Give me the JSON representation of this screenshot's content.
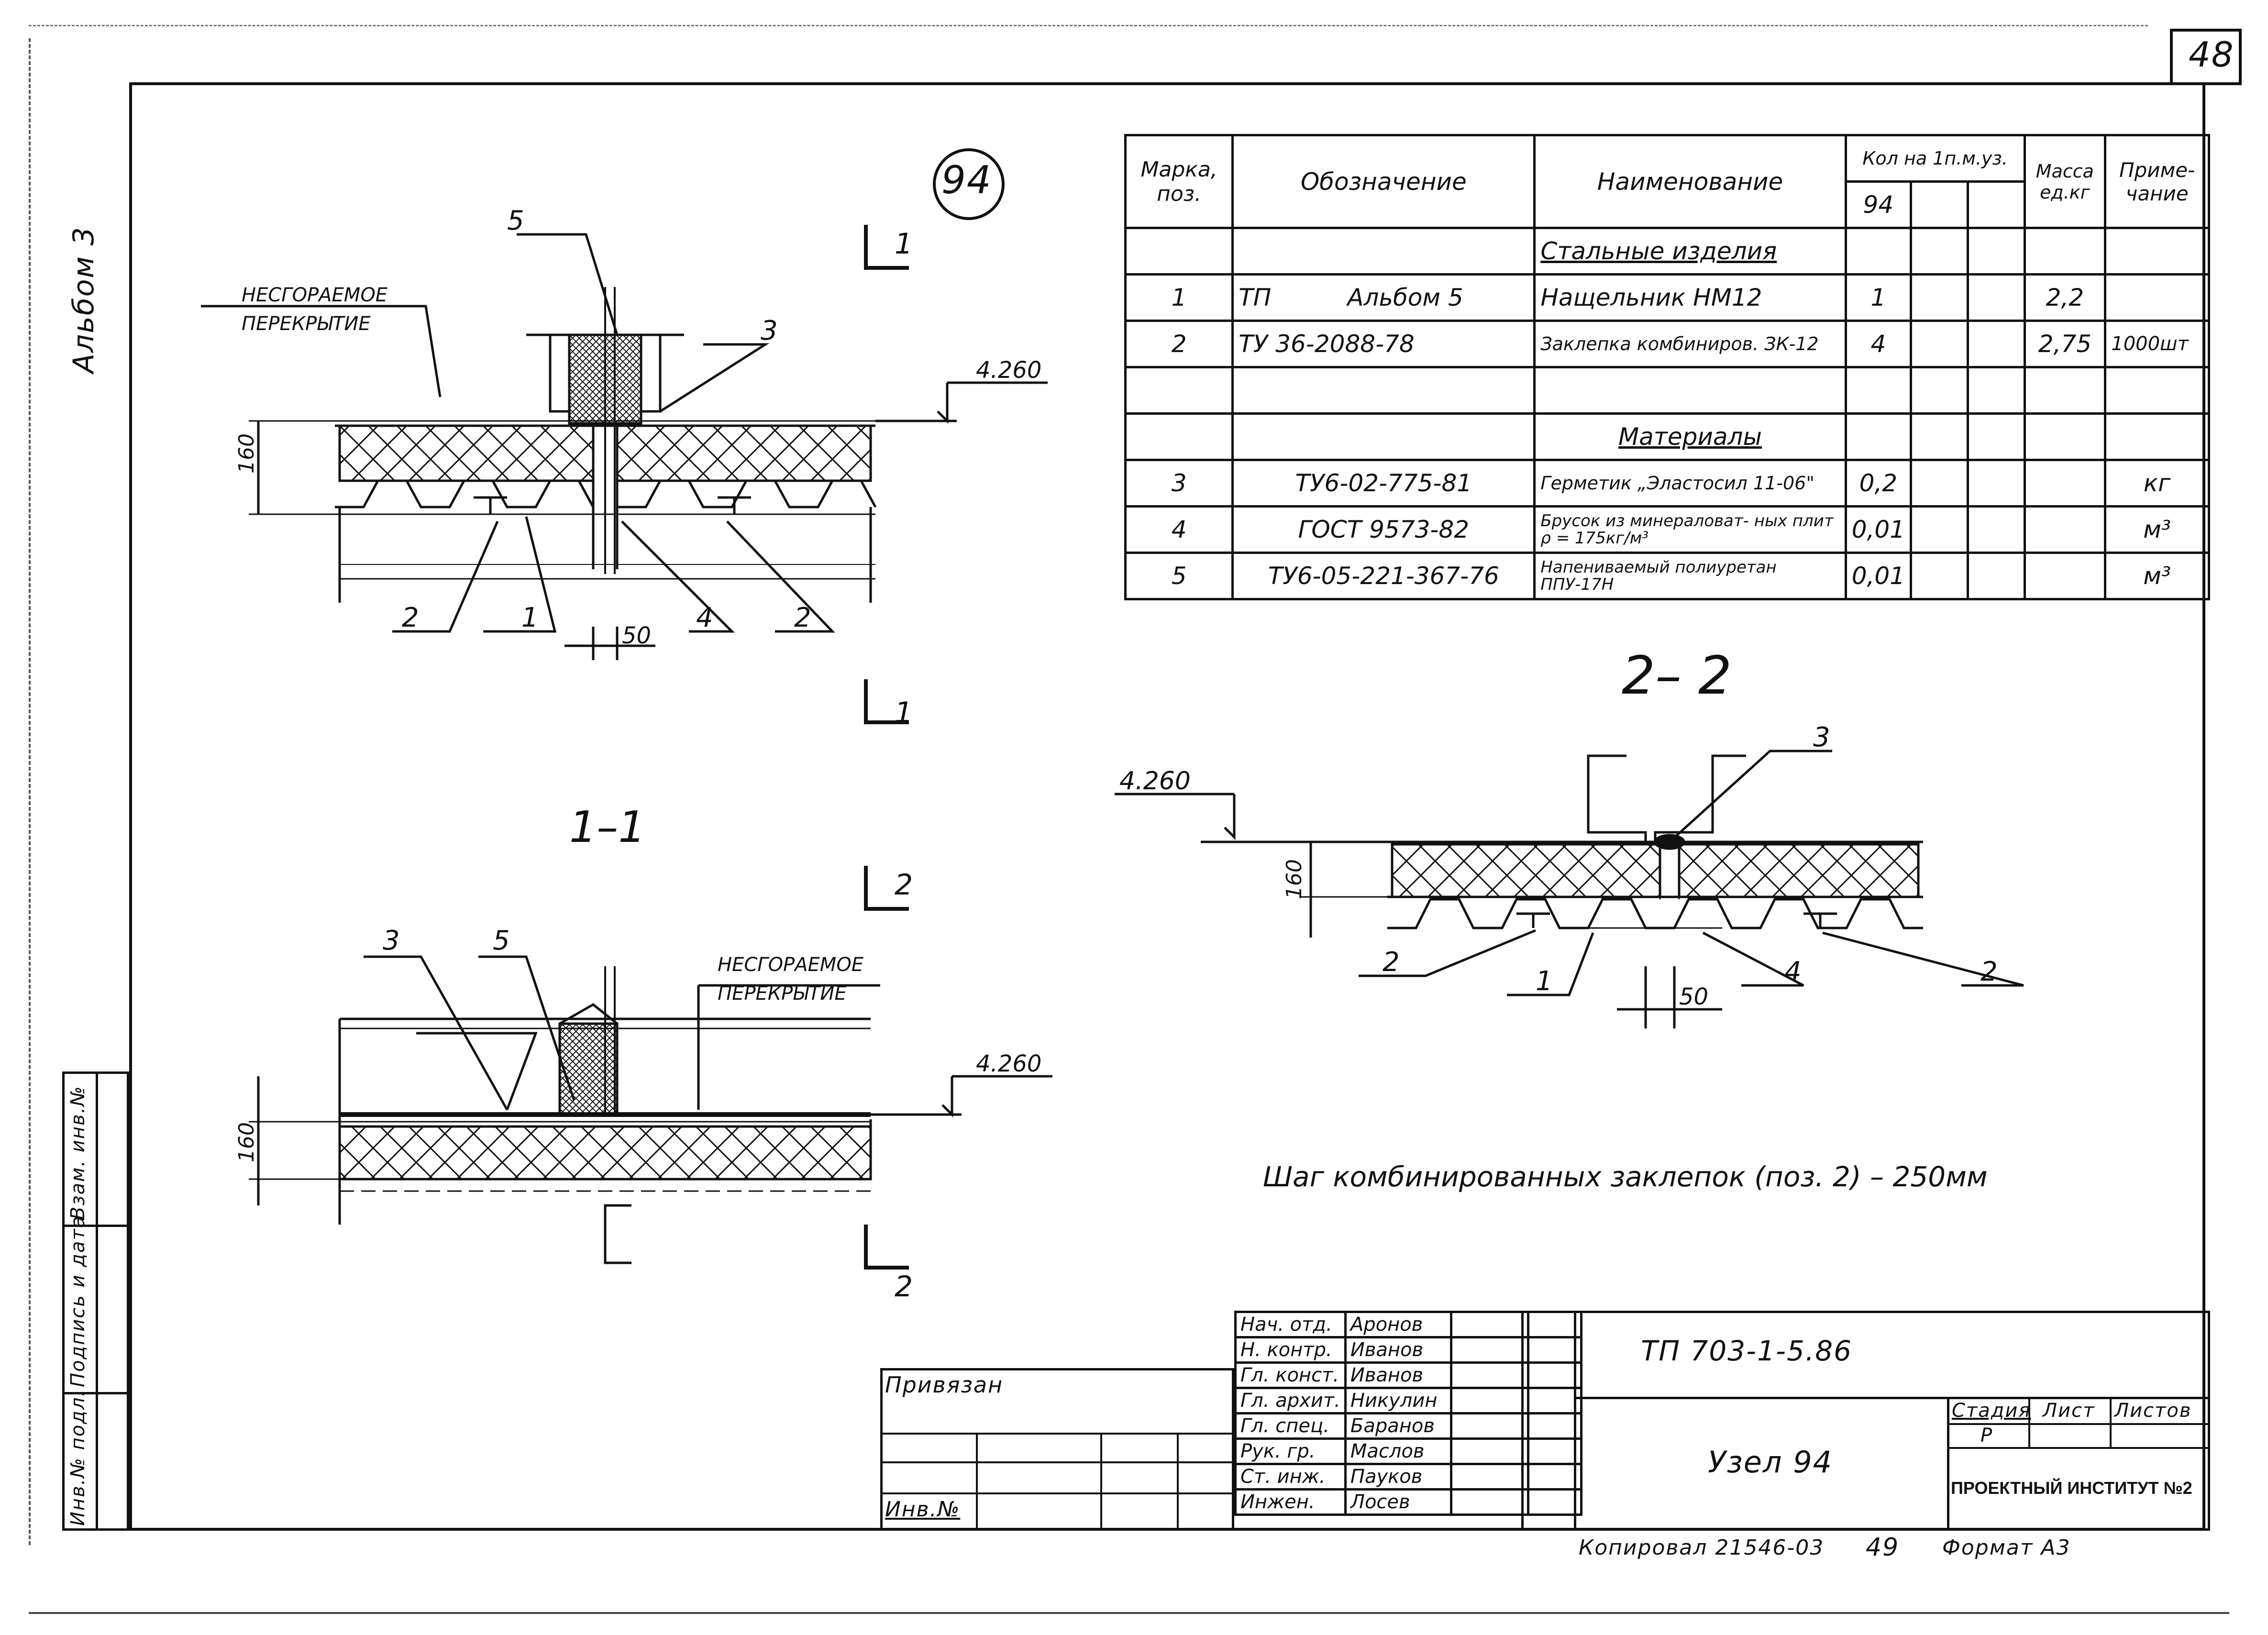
{
  "sheet": {
    "number": "48",
    "album_label": "Альбом 3",
    "node_marker": "94"
  },
  "side_stamp": [
    "Инв.№ подл.",
    "Подпись и дата",
    "Взам. инв.№"
  ],
  "plan_view": {
    "labels": {
      "pos5": "5",
      "pos3": "3",
      "pos2_left": "2",
      "pos1": "1",
      "pos4": "4",
      "pos2_right": "2",
      "dim_50": "50",
      "dim_160": "160",
      "level": "4.260",
      "noncombust_1": "НЕСГОРАЕМОЕ",
      "noncombust_2": "ПЕРЕКРЫТИЕ",
      "cut_top": "1",
      "cut_bottom": "1"
    }
  },
  "section_1_1": {
    "title": "1–1",
    "labels": {
      "pos3": "3",
      "pos5": "5",
      "noncombust_1": "НЕСГОРАЕМОЕ",
      "noncombust_2": "ПЕРЕКРЫТИЕ",
      "level": "4.260",
      "dim_160": "160",
      "cut_top": "2",
      "cut_bottom": "2"
    }
  },
  "section_2_2": {
    "title": "2– 2",
    "labels": {
      "pos3": "3",
      "pos2_left": "2",
      "pos1": "1",
      "pos4": "4",
      "pos2_right": "2",
      "dim_50": "50",
      "dim_160": "160",
      "level": "4.260"
    }
  },
  "rivet_note": "Шаг комбинированных заклепок (поз. 2) – 250мм",
  "spec_table": {
    "headers": {
      "mark": "Марка, поз.",
      "designation": "Обозначение",
      "name": "Наименование",
      "qty": "Кол на 1п.м.уз.",
      "qty_sub": "94",
      "mass": "Масса ед.кг",
      "note": "Приме- чание"
    },
    "rows": [
      {
        "mark": "",
        "designation": "",
        "name": "Стальные изделия",
        "qty": "",
        "mass": "",
        "note": "",
        "section": true
      },
      {
        "mark": "1",
        "designation": "ТП          Альбом 5",
        "name": "Нащельник  НМ12",
        "qty": "1",
        "mass": "2,2",
        "note": ""
      },
      {
        "mark": "2",
        "designation": "ТУ 36-2088-78",
        "name": "Заклепка комбиниров.    ЗК-12",
        "qty": "4",
        "mass": "2,75",
        "note": "1000шт"
      },
      {
        "mark": "",
        "designation": "",
        "name": "",
        "qty": "",
        "mass": "",
        "note": ""
      },
      {
        "mark": "",
        "designation": "",
        "name": "Материалы",
        "qty": "",
        "mass": "",
        "note": "",
        "section": true
      },
      {
        "mark": "3",
        "designation": "ТУ6-02-775-81",
        "name": "Герметик „Эластосил 11-06\"",
        "qty": "0,2",
        "mass": "",
        "note": "кг"
      },
      {
        "mark": "4",
        "designation": "ГОСТ  9573-82",
        "name": "Брусок из минераловат- ных плит ρ = 175кг/м³",
        "qty": "0,01",
        "mass": "",
        "note": "м³"
      },
      {
        "mark": "5",
        "designation": "ТУ6-05-221-367-76",
        "name": "Напениваемый полиуретан   ППУ-17Н",
        "qty": "0,01",
        "mass": "",
        "note": "м³"
      }
    ]
  },
  "title_block": {
    "privyazan": "Привязан",
    "inv_no": "Инв.№",
    "people": [
      {
        "role": "Нач. отд.",
        "name": "Аронов"
      },
      {
        "role": "Н. контр.",
        "name": "Иванов"
      },
      {
        "role": "Гл. конст.",
        "name": "Иванов"
      },
      {
        "role": "Гл. архит.",
        "name": "Никулин"
      },
      {
        "role": "Гл. спец.",
        "name": "Баранов"
      },
      {
        "role": "Рук. гр.",
        "name": "Маслов"
      },
      {
        "role": "Ст. инж.",
        "name": "Пауков"
      },
      {
        "role": "Инжен.",
        "name": "Лосев"
      }
    ],
    "doc_code": "ТП 703-1-5.86",
    "node_title": "Узел 94",
    "stage_header": "Стадия",
    "sheet_header": "Лист",
    "sheets_header": "Листов",
    "stage_value": "Р",
    "institute": "ПРОЕКТНЫЙ ИНСТИТУТ №2"
  },
  "footer": {
    "copied": "Копировал  21546-03",
    "sheet_num": "49",
    "format": "Формат А3"
  }
}
